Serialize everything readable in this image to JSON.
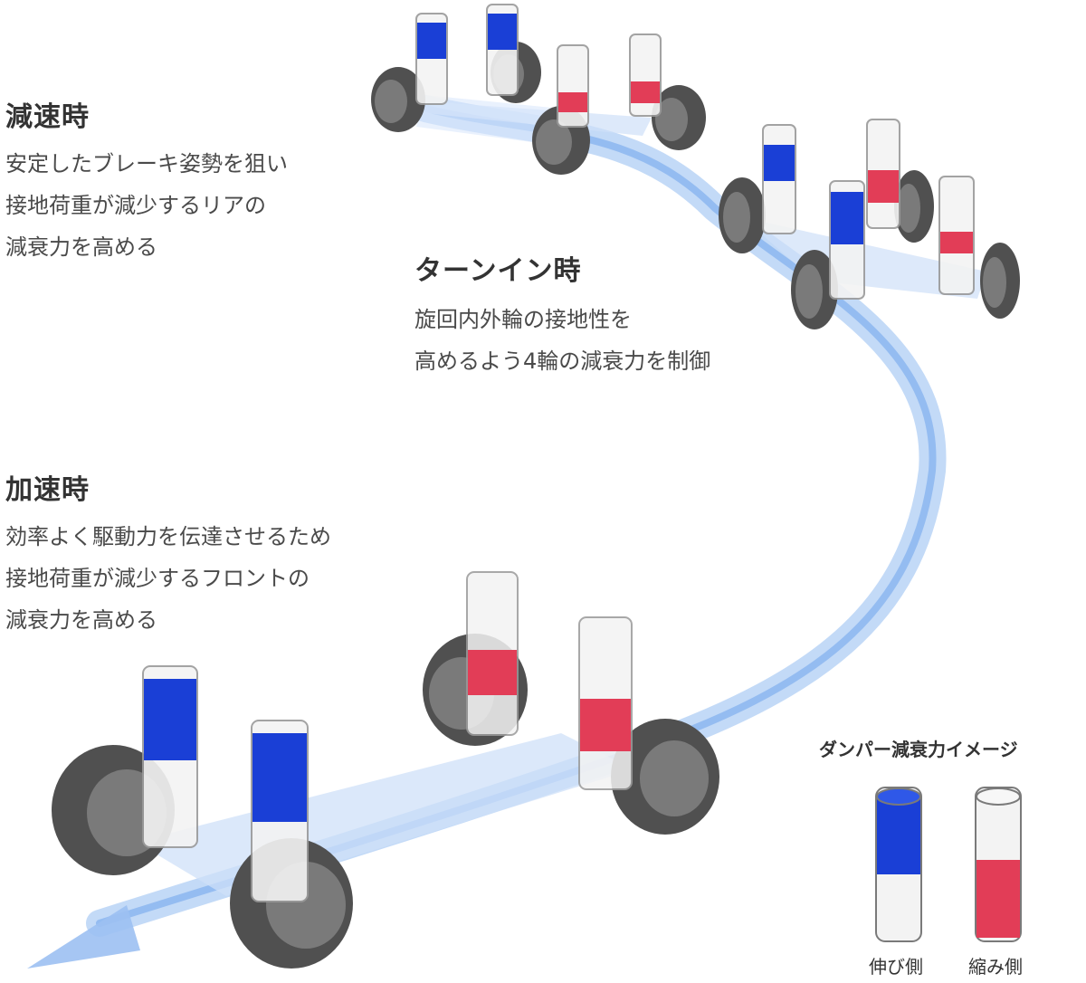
{
  "sections": {
    "deceleration": {
      "heading": "減速時",
      "lines": [
        "安定したブレーキ姿勢を狙い",
        "接地荷重が減少するリアの",
        "減衰力を高める"
      ]
    },
    "turn_in": {
      "heading": "ターンイン時",
      "lines": [
        "旋回内外輪の接地性を",
        "高めるよう4輪の減衰力を制御"
      ]
    },
    "acceleration": {
      "heading": "加速時",
      "lines": [
        "効率よく駆動力を伝達させるため",
        "接地荷重が減少するフロントの",
        "減衰力を高める"
      ]
    }
  },
  "legend": {
    "title": "ダンパー減衰力イメージ",
    "rebound_label": "伸び側",
    "compression_label": "縮み側"
  },
  "colors": {
    "rebound": "#1a3fd6",
    "compression": "#e23d57",
    "tire": "#505050",
    "path": "#8fb8f0"
  }
}
